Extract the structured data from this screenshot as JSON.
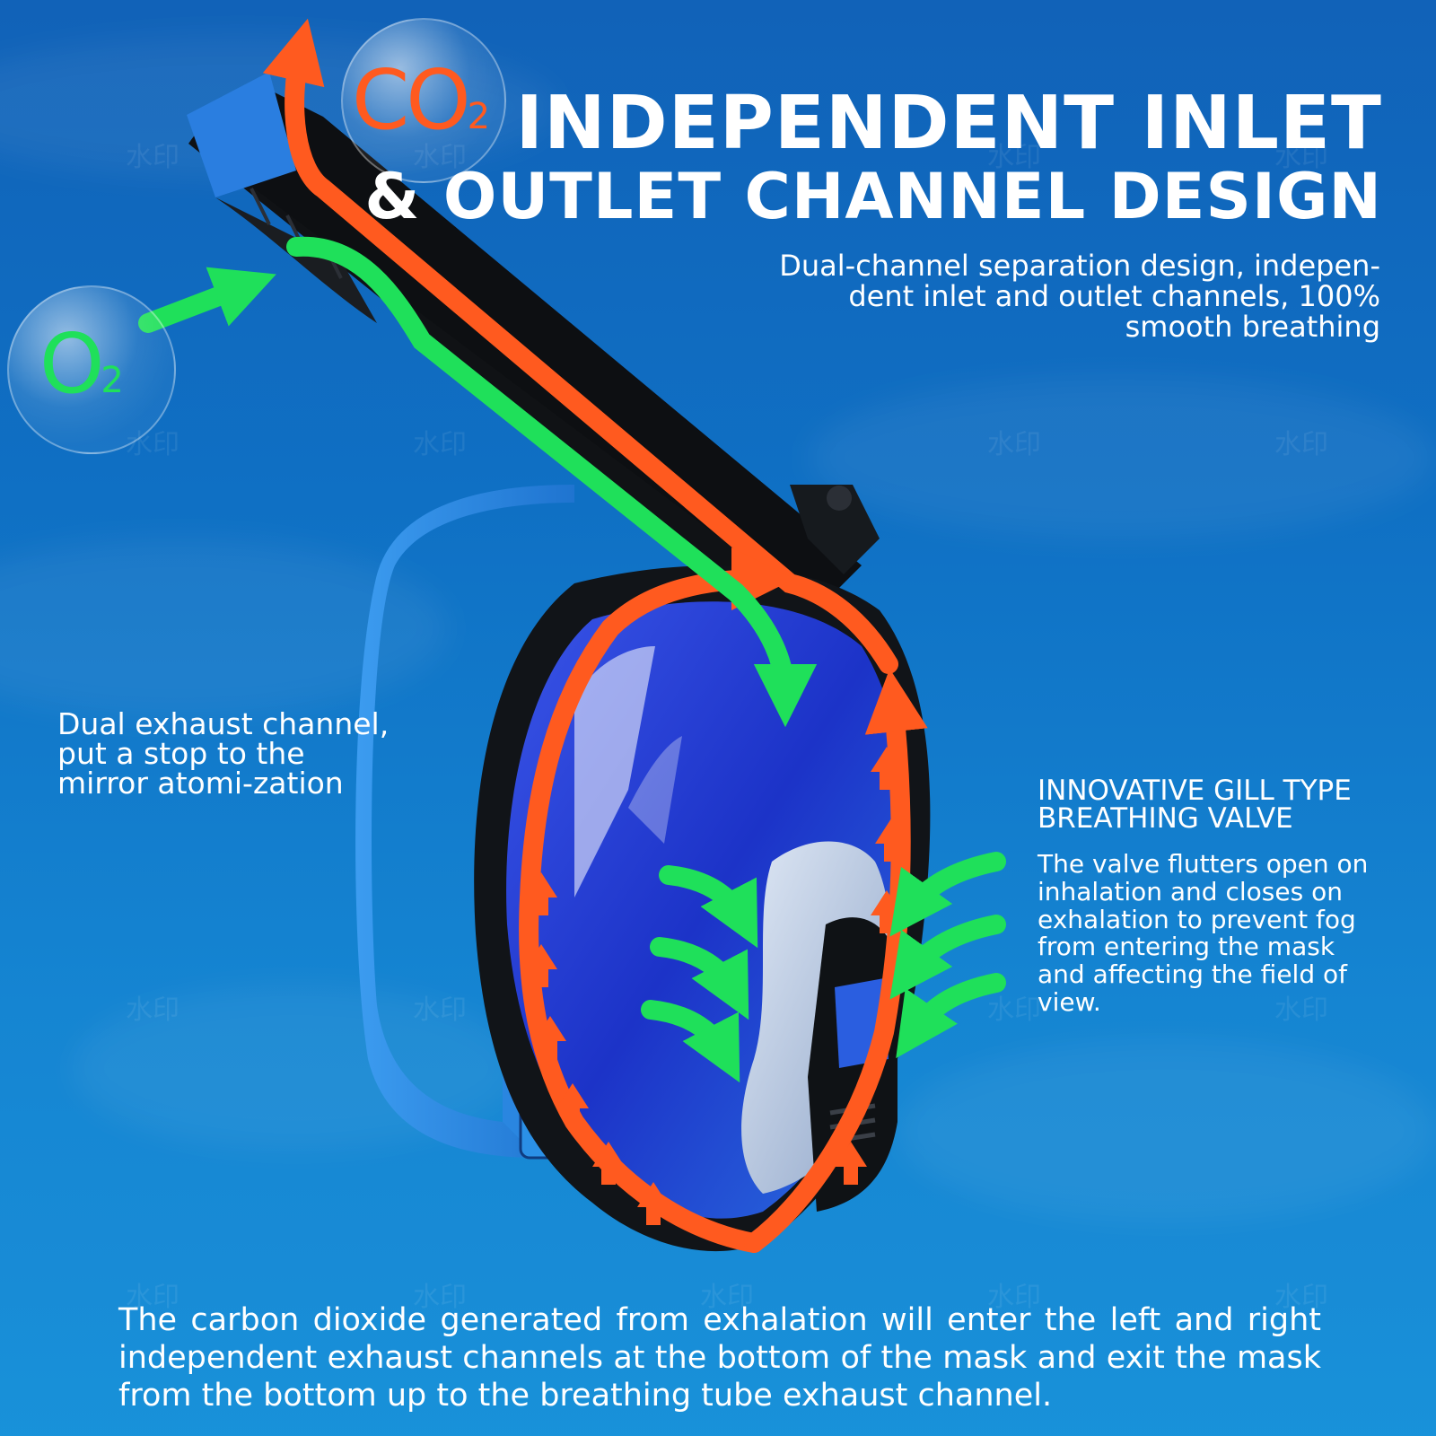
{
  "headline": {
    "line1": "INDEPENDENT INLET",
    "line2": "& OUTLET CHANNEL DESIGN"
  },
  "subheadline": "Dual-channel separation design, indepen-dent inlet and outlet channels, 100% smooth breathing",
  "gas_labels": {
    "co2_main": "CO",
    "co2_sub": "2",
    "o2_main": "O",
    "o2_sub": "2"
  },
  "left_callout": "Dual exhaust channel, put a stop to the mirror atomi-zation",
  "gill_valve": {
    "title": "INNOVATIVE GILL TYPE BREATHING VALVE",
    "text": "The valve flutters open on inhalation and closes on exhalation to prevent fog from entering the mask and affecting the field of view."
  },
  "bottom_text": "The carbon dioxide generated from exhalation will enter the left and right independent exhaust channels at the bottom of the mask and exit the mask from the bottom up to the breathing tube exhaust channel.",
  "watermark": "水印",
  "colors": {
    "background": "#1170c4",
    "co2_arrow": "#ff5a1f",
    "o2_arrow": "#1fe05a",
    "text": "#ffffff",
    "strap": "#2f8ee0",
    "lens": "#1d3fd0",
    "frame": "#111418"
  },
  "icons": {
    "co2_flow": "orange-arrow-icon",
    "o2_flow": "green-arrow-icon",
    "bubble": "bubble-icon"
  }
}
